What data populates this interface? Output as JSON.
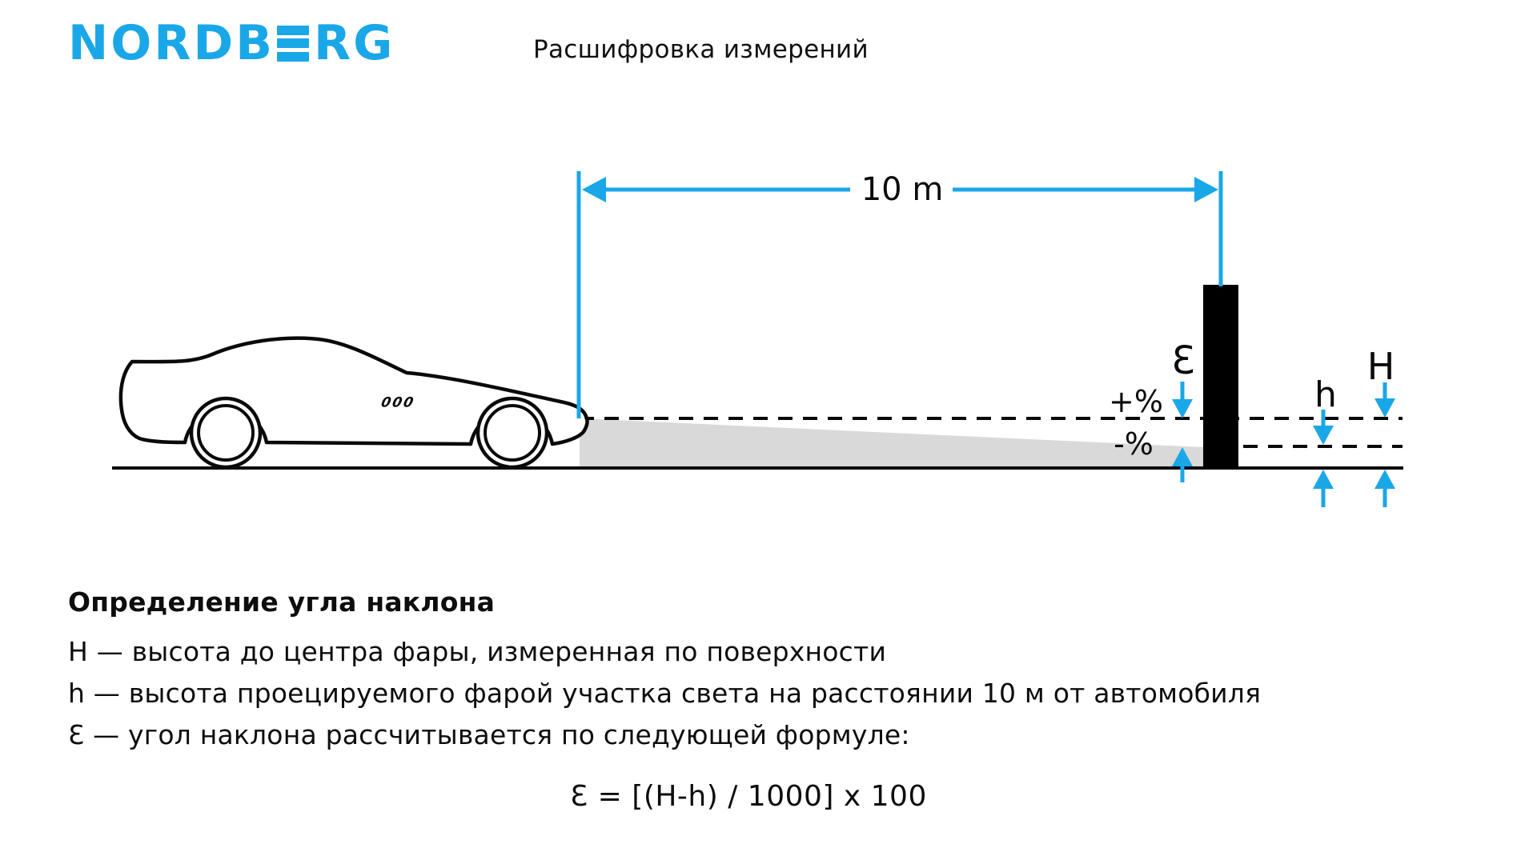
{
  "brand": {
    "logo_left": "NORDB",
    "logo_right": "RG",
    "logo_full": "NORDBERG"
  },
  "header": {
    "title": "Расшифровка измерений"
  },
  "diagram": {
    "distance_label": "10 m",
    "epsilon_symbol": "Ɛ",
    "plus_percent_label": "+%",
    "minus_percent_label": "-%",
    "small_h_label": "h",
    "big_h_label": "H",
    "car_badge": "000"
  },
  "explanation": {
    "heading": "Определение угла наклона",
    "definitions": [
      "H — высота до центра фары, измеренная по поверхности",
      "h — высота проецируемого фарой участка света на расстоянии 10 м от автомобиля",
      "Ɛ — угол наклона рассчитывается по следующей формуле:"
    ],
    "formula": "Ɛ = [(H-h) / 1000] x 100"
  },
  "colors": {
    "accent_blue": "#1aa7e8",
    "beam_gray": "#d9d9d9",
    "wall_black": "#000000",
    "ink": "#0d0d0d"
  }
}
